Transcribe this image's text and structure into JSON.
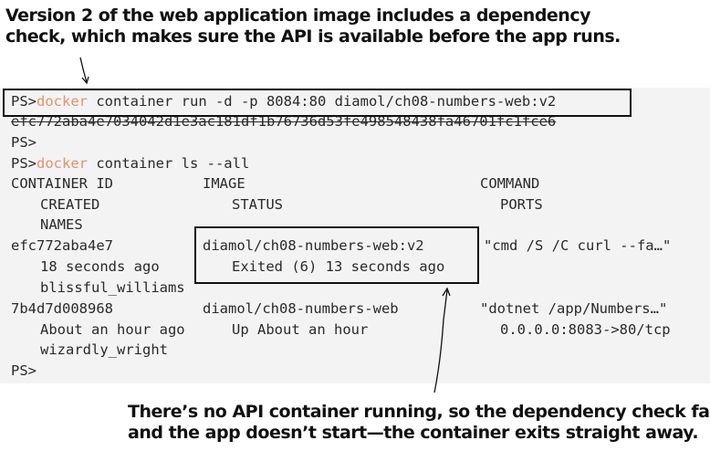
{
  "annotations": {
    "top_line1": "Version 2 of the web application image includes a dependency",
    "top_line2": "check, which makes sure the API is available before the app runs.",
    "bottom_line1": "There’s no API container running, so the dependency check fails",
    "bottom_line2": "and the app doesn’t start—the container exits straight away."
  },
  "terminal": {
    "prompt": "PS>",
    "cmd1": {
      "keyword": "docker",
      "args": " container run -d -p 8084:80 diamol/ch08-numbers-web:v2"
    },
    "cmd1_output": "efc772aba4e7034042d1e3ac181df1b76736d53fe498548438fa46701fc1fce6",
    "cmd2": {
      "keyword": "docker",
      "args": " container ls --all"
    },
    "headers": {
      "container_id": "CONTAINER ID",
      "image": "IMAGE",
      "command": "COMMAND",
      "created": "CREATED",
      "status": "STATUS",
      "ports": "PORTS",
      "names": "NAMES"
    },
    "rows": [
      {
        "id": "efc772aba4e7",
        "image": "diamol/ch08-numbers-web:v2",
        "command": "\"cmd /S /C curl --fa…\"",
        "created": "18 seconds ago",
        "status": "Exited (6) 13 seconds ago",
        "ports": "",
        "name": "blissful_williams"
      },
      {
        "id": "7b4d7d008968",
        "image": "diamol/ch08-numbers-web",
        "command": "\"dotnet /app/Numbers…\"",
        "created": "About an hour ago",
        "status": "Up About an hour",
        "ports": "0.0.0.0:8083->80/tcp",
        "name": "wizardly_wright"
      }
    ]
  },
  "colors": {
    "terminal_bg": "#f3f3f3",
    "text": "#2a2a2a",
    "keyword": "#e8916a",
    "callout_stroke": "#111111"
  }
}
